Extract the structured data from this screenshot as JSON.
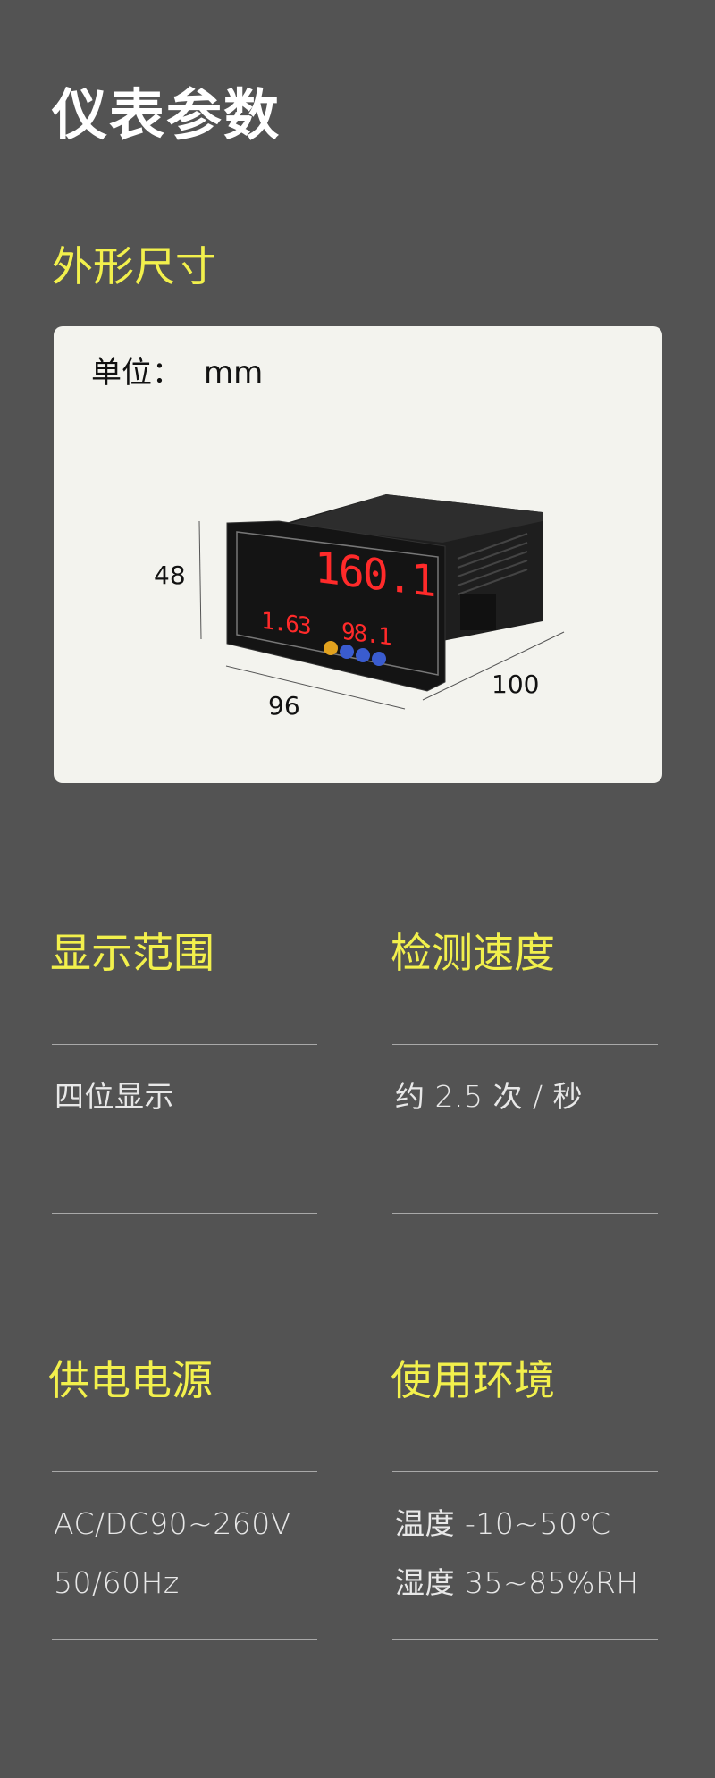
{
  "page": {
    "title": "仪表参数"
  },
  "dimensions": {
    "heading": "外形尺寸",
    "unit_label": "单位：",
    "unit_value": "mm",
    "height": "48",
    "width": "96",
    "depth": "100",
    "device_display": {
      "main": "160.1",
      "left": "1.63",
      "right": "98.1"
    }
  },
  "specs": [
    {
      "heading": "显示范围",
      "lines": [
        "四位显示"
      ]
    },
    {
      "heading": "检测速度",
      "lines": [
        "约 2.5 次 / 秒"
      ]
    },
    {
      "heading": "供电电源",
      "lines": [
        "AC/DC90~260V",
        "50/60Hz"
      ]
    },
    {
      "heading": "使用环境",
      "lines": [
        "温度 -10~50℃",
        "湿度 35~85%RH"
      ]
    }
  ],
  "colors": {
    "background": "#535353",
    "accent": "#f2f04c",
    "card": "#f3f3ee",
    "led": "#ff2a2a"
  }
}
